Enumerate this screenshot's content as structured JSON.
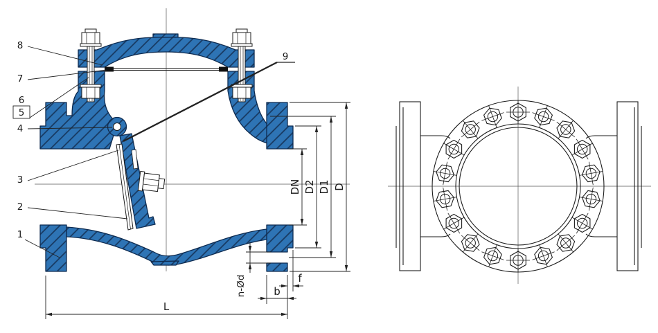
{
  "colors": {
    "section_blue": "#2E74B5",
    "hatch_line": "#17375E",
    "line_dark": "#222222"
  },
  "sectional_view": {
    "part_labels": {
      "p1": "1",
      "p2": "2",
      "p3": "3",
      "p4": "4",
      "p5": "5",
      "p6": "6",
      "p7": "7",
      "p8": "8",
      "p9": "9"
    },
    "dimension_labels": {
      "bore": "DN",
      "raised_face_diameter": "D2",
      "bolt_circle_diameter": "D1",
      "flange_outer_diameter": "D",
      "bolt_holes": "n-Ød",
      "flange_thickness": "b",
      "raised_face_height": "f",
      "face_to_face": "L"
    }
  },
  "end_view": {
    "bolt_count": 18
  }
}
